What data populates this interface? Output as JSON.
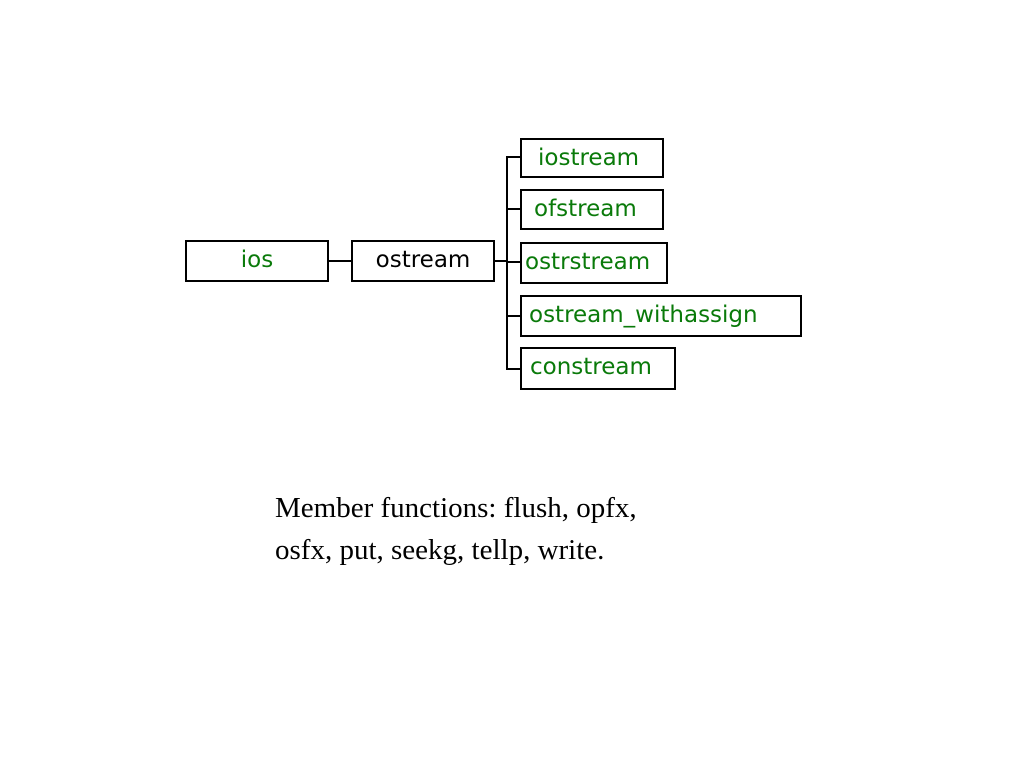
{
  "diagram": {
    "root": "ios",
    "parent": "ostream",
    "children": [
      "iostream",
      "ofstream",
      "ostrstream",
      "ostream_withassign",
      "constream"
    ]
  },
  "caption": {
    "line1": "Member functions: flush, opfx,",
    "line2": "osfx, put, seekg, tellp, write."
  },
  "colors": {
    "derived_class_text": "#0a7a0a",
    "base_class_text": "#000000",
    "border": "#000000"
  }
}
